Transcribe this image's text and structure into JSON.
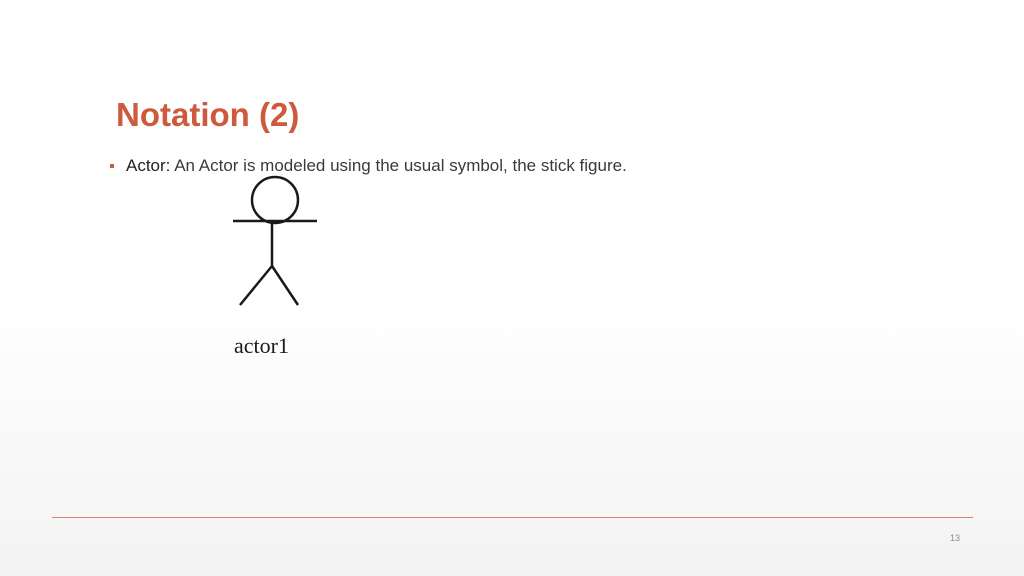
{
  "slide": {
    "title": "Notation (2)",
    "bullets": [
      {
        "term": "Actor:",
        "text": " An Actor is modeled using the usual symbol, the stick figure."
      }
    ],
    "figure": {
      "icon": "stick-figure-actor-icon",
      "label": "actor1"
    },
    "page_number": "13"
  },
  "colors": {
    "accent": "#cd5a3c",
    "footer_rule": "#d9826e",
    "body_text": "#3a3a3a"
  }
}
